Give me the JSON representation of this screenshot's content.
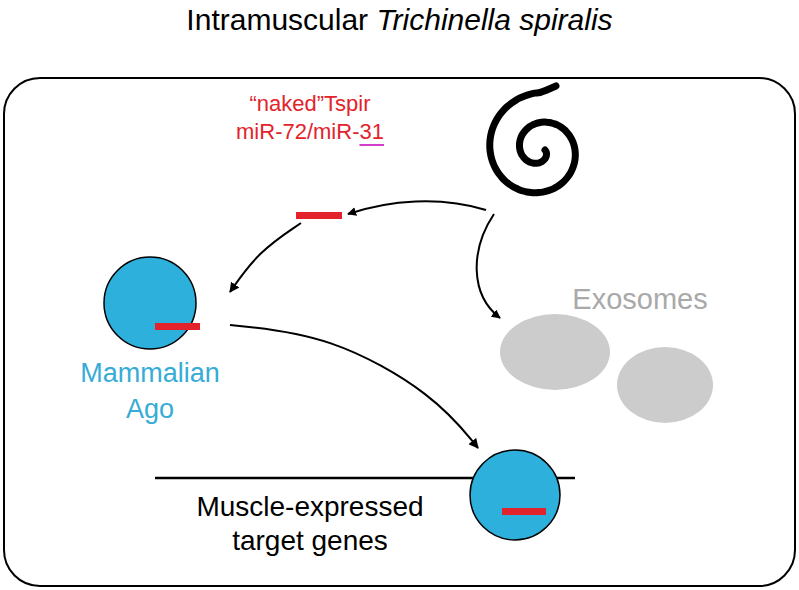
{
  "diagram": {
    "title": "Intramuscular Trichinella spiralis",
    "nodes": [
      {
        "text": [
          "“naked”Tspir miR-72/miR-31"
        ]
      },
      {
        "text": [
          "Mammalian Ago"
        ]
      },
      {
        "text": [
          "Exosomes"
        ]
      },
      {
        "text": [
          "Muscle-expressed target genes"
        ]
      }
    ],
    "edges": [
      {
        "from": 0,
        "to": 1,
        "arrow": "to"
      },
      {
        "from": 1,
        "to": 3,
        "arrow": "to"
      }
    ]
  }
}
